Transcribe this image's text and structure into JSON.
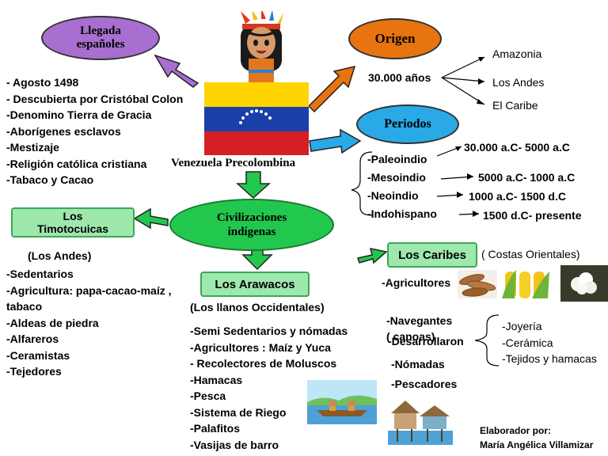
{
  "center": {
    "title": "Venezuela Precolombina"
  },
  "llegada": {
    "label": "Llegada españoles",
    "items": [
      "- Agosto 1498",
      "- Descubierta por Cristóbal Colon",
      "-Denomino Tierra de Gracia",
      "-Aborígenes esclavos",
      "-Mestizaje",
      "-Religión católica cristiana",
      "-Tabaco y Cacao"
    ]
  },
  "origen": {
    "label": "Origen",
    "years": "30.000 años",
    "routes": [
      "Amazonia",
      "Los Andes",
      "El Caribe"
    ]
  },
  "periodos": {
    "label": "Periodos",
    "names": [
      "-Paleoindio",
      "-Mesoindio",
      "-Neoindio",
      "-Indohispano"
    ],
    "dates": [
      "30.000 a.C- 5000 a.C",
      "5000 a.C- 1000 a.C",
      "1000 a.C- 1500 d.C",
      "1500 d.C- presente"
    ]
  },
  "civilizaciones": {
    "label": "Civilizaciones indígenas"
  },
  "timotocuicas": {
    "label": "Los Timotocuicas",
    "region": "(Los Andes)",
    "items": [
      "-Sedentarios",
      "-Agricultura: papa-cacao-maíz ,",
      "tabaco",
      "-Aldeas de piedra",
      "-Alfareros",
      "-Ceramistas",
      "-Tejedores"
    ]
  },
  "arawacos": {
    "label": "Los Arawacos",
    "region": "(Los llanos Occidentales)",
    "items": [
      "-Semi Sedentarios y nómadas",
      "-Agricultores : Maíz y Yuca",
      "- Recolectores de Moluscos",
      "-Hamacas",
      "-Pesca",
      "-Sistema de Riego",
      "-Palafitos",
      "-Vasijas de barro"
    ]
  },
  "caribes": {
    "label": "Los Caribes",
    "region": "( Costas Orientales)",
    "agricultores": "-Agricultores",
    "navegantes": "-Navegantes\n( canoas)",
    "desarrollaron": "-Desarrollaron",
    "developed": [
      "-Joyería",
      "-Cerámica",
      "-Tejidos y hamacas"
    ],
    "nomadas": "-Nómadas",
    "pescadores": "-Pescadores"
  },
  "credits": {
    "line1": "Elaborador por:",
    "line2": "María Angélica Villamizar"
  },
  "colors": {
    "purple": "#a86fd0",
    "orange": "#e8740f",
    "blue": "#29a9e6",
    "green": "#22c84d",
    "light_green": "#9ee8ad",
    "flag_yellow": "#ffd400",
    "flag_blue": "#1b3fa8",
    "flag_red": "#d42025"
  }
}
